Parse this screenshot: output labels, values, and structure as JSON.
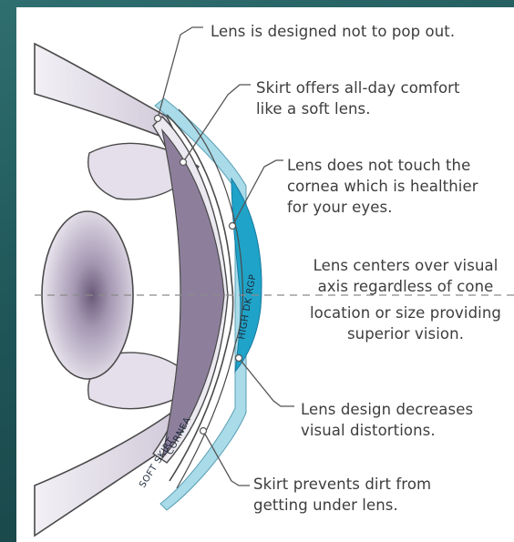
{
  "callouts": [
    {
      "lines": [
        "Lens is designed not to pop out."
      ]
    },
    {
      "lines": [
        "Skirt offers all-day comfort",
        "like a soft lens."
      ]
    },
    {
      "lines": [
        "Lens does not touch the",
        "cornea which is healthier",
        "for your eyes."
      ]
    },
    {
      "lines": [
        "Lens centers over visual",
        "axis regardless of cone",
        "location or size providing",
        "superior vision."
      ]
    },
    {
      "lines": [
        "Lens design decreases",
        "visual distortions."
      ]
    },
    {
      "lines": [
        "Skirt prevents dirt from",
        "getting under lens."
      ]
    }
  ],
  "labels": {
    "lens": "HIGH DK RGP",
    "cornea": "CORNEA",
    "skirt": "SOFT SKIRT"
  },
  "colors": {
    "lens": "#1fa3c8",
    "skirt": "#a9dbe9",
    "eye_outline": "#4a4a4a",
    "eye_tissue": "#dcd6e3",
    "text": "#3d3d3d"
  }
}
